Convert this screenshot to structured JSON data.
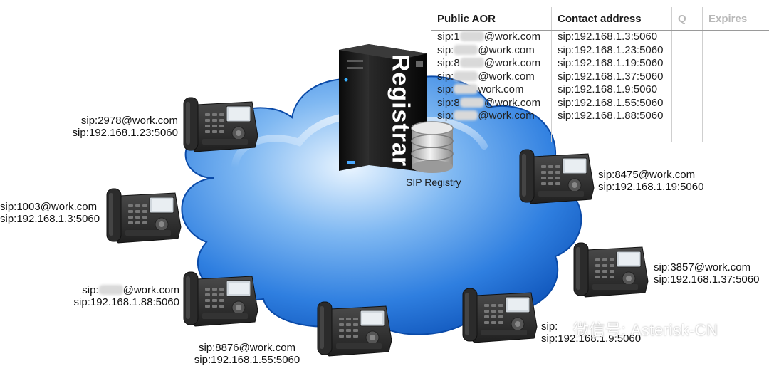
{
  "table": {
    "headers": [
      "Public AOR",
      "Contact address",
      "Q",
      "Expires"
    ],
    "rows": [
      {
        "aor_prefix": "sip:1",
        "aor_suffix": "@work.com",
        "contact": "sip:192.168.1.3:5060"
      },
      {
        "aor_prefix": "sip:",
        "aor_suffix": "@work.com",
        "contact": "sip:192.168.1.23:5060"
      },
      {
        "aor_prefix": "sip:8",
        "aor_suffix": "@work.com",
        "contact": "sip:192.168.1.19:5060"
      },
      {
        "aor_prefix": "sip:",
        "aor_suffix": "@work.com",
        "contact": "sip:192.168.1.37:5060"
      },
      {
        "aor_prefix": "sip:",
        "aor_suffix": "work.com",
        "contact": "sip:192.168.1.9:5060"
      },
      {
        "aor_prefix": "sip:8",
        "aor_suffix": "@work.com",
        "contact": "sip:192.168.1.55:5060"
      },
      {
        "aor_prefix": "sip:",
        "aor_suffix": "@work.com",
        "contact": "sip:192.168.1.88:5060"
      }
    ]
  },
  "server": {
    "label": "Registrar"
  },
  "registry": {
    "label": "SIP Registry"
  },
  "phones": [
    {
      "id": "p1",
      "aor": "sip:2978@work.com",
      "contact": "sip:192.168.1.23:5060"
    },
    {
      "id": "p2",
      "aor": "sip:1003@work.com",
      "contact": "sip:192.168.1.3:5060"
    },
    {
      "id": "p3",
      "aor_prefix": "sip:",
      "aor_suffix": "@work.com",
      "contact": "sip:192.168.1.88:5060"
    },
    {
      "id": "p4",
      "aor": "sip:8876@work.com",
      "contact": "sip:192.168.1.55:5060"
    },
    {
      "id": "p5",
      "aor": "sip:",
      "contact": "sip:192.168.1.9:5060"
    },
    {
      "id": "p6",
      "aor": "sip:3857@work.com",
      "contact": "sip:192.168.1.37:5060"
    },
    {
      "id": "p7",
      "aor": "sip:8475@work.com",
      "contact": "sip:192.168.1.19:5060"
    }
  ],
  "watermark": "微信号: Asterisk-CN",
  "colors": {
    "cloud_light": "#dbeeff",
    "cloud_mid": "#3d8fe6",
    "cloud_dark": "#0b4fb5",
    "server": "#151515",
    "phone_body": "#3a3a3a"
  }
}
